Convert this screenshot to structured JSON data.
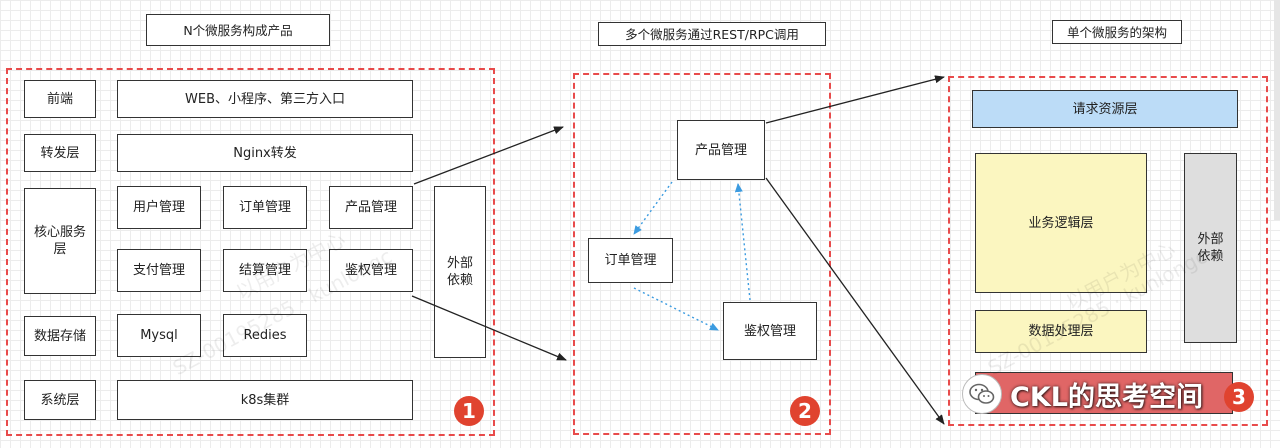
{
  "panel1": {
    "title": "N个微服务构成产品",
    "layers": {
      "frontend": "前端",
      "forward": "转发层",
      "core": "核心服务\n层",
      "storage": "数据存储",
      "system": "系统层"
    },
    "frontend_content": "WEB、小程序、第三方入口",
    "forward_content": "Nginx转发",
    "services": {
      "user": "用户管理",
      "order": "订单管理",
      "product": "产品管理",
      "pay": "支付管理",
      "settle": "结算管理",
      "auth": "鉴权管理"
    },
    "external": "外部\n依赖",
    "storage_items": {
      "mysql": "Mysql",
      "redis": "Redies"
    },
    "system_content": "k8s集群",
    "badge": "1"
  },
  "panel2": {
    "title": "多个微服务通过REST/RPC调用",
    "product": "产品管理",
    "order": "订单管理",
    "auth": "鉴权管理",
    "badge": "2"
  },
  "panel3": {
    "title": "单个微服务的架构",
    "request_layer": "请求资源层",
    "business_layer": "业务逻辑层",
    "data_layer": "数据处理层",
    "external": "外部\n依赖",
    "badge": "3"
  },
  "watermarks": [
    "以用户为中心",
    "SZ-00195285 · kunlongc",
    "以用户为中心",
    "SZ-00195285 · kunlongc"
  ],
  "logo": {
    "text": "CKL的思考空间",
    "icon": "wechat-icon"
  },
  "colors": {
    "dashed_border": "#e84b4b",
    "badge": "#e0432f",
    "request_layer": "#bcdcf7",
    "business_layer": "#fbf6c0",
    "data_layer": "#fbf6c0",
    "external3": "#dedede",
    "bottom_layer": "#e06666",
    "dotted_arrow": "#3b9be0"
  }
}
